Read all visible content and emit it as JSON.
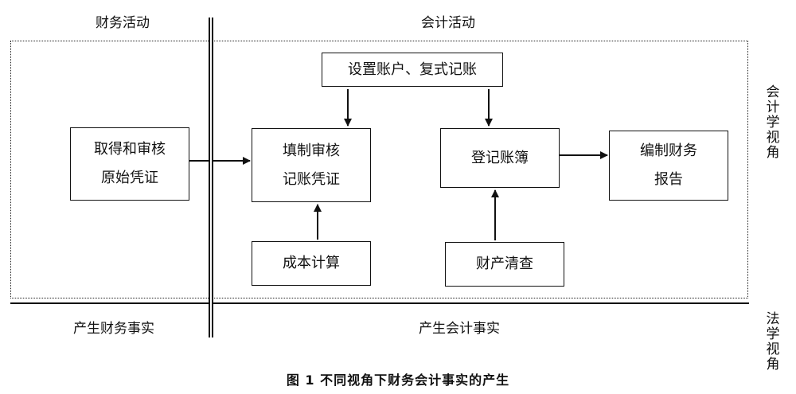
{
  "header": {
    "left": "财务活动",
    "right": "会计活动"
  },
  "boxes": {
    "setup": "设置账户、复式记账",
    "acquire": [
      "取得和审核",
      "原始凭证"
    ],
    "fill": [
      "填制审核",
      "记账凭证"
    ],
    "ledger": "登记账簿",
    "report": [
      "编制财务",
      "报告"
    ],
    "cost": "成本计算",
    "inventory": "财产清查"
  },
  "bottom": {
    "left": "产生财务事实",
    "right": "产生会计事实"
  },
  "side": {
    "accounting": [
      "会",
      "计",
      "学",
      "视",
      "角"
    ],
    "law": [
      "法",
      "学",
      "视",
      "角"
    ]
  },
  "caption": "图 1   不同视角下财务会计事实的产生"
}
